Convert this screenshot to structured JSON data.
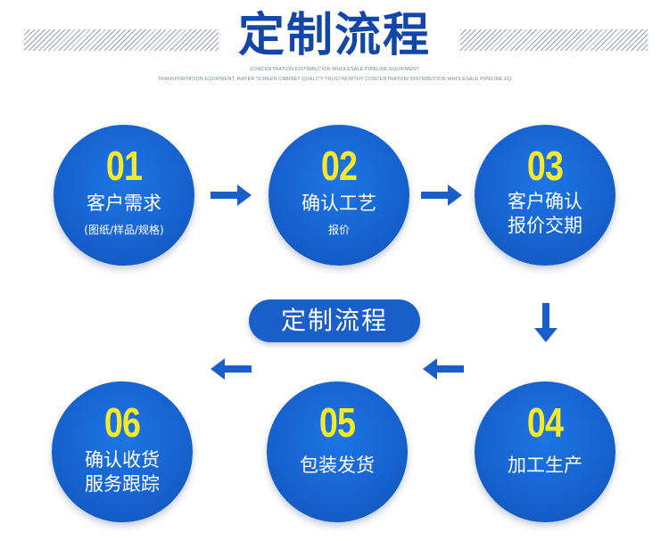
{
  "header": {
    "title": "定制流程",
    "subtitle_line1": "CONCENTRATION DISTRIBUTION WHOLESALE PIPELINE EQUIPMENT",
    "subtitle_line2": "TRANSPORTATION EQUIPMENT, WATER SCREEN CABINET QUALITY TRUSTWORTHY CONCENTRATION DISTRIBUTION WHOLESALE PIPELINE EQ"
  },
  "center_label": "定制流程",
  "steps": [
    {
      "num": "01",
      "line1": "客户需求",
      "line2": "(图纸/样品/规格)"
    },
    {
      "num": "02",
      "line1": "确认工艺",
      "line2": "报价"
    },
    {
      "num": "03",
      "line1": "客户确认",
      "line2": "报价交期"
    },
    {
      "num": "04",
      "line1": "加工生产"
    },
    {
      "num": "05",
      "line1": "包装发货"
    },
    {
      "num": "06",
      "line1": "确认收货",
      "line2": "服务跟踪"
    }
  ],
  "colors": {
    "circle": "#1663d0",
    "number": "#f4e92a",
    "arrow": "#1a5fc9",
    "title": "#1246a8"
  }
}
